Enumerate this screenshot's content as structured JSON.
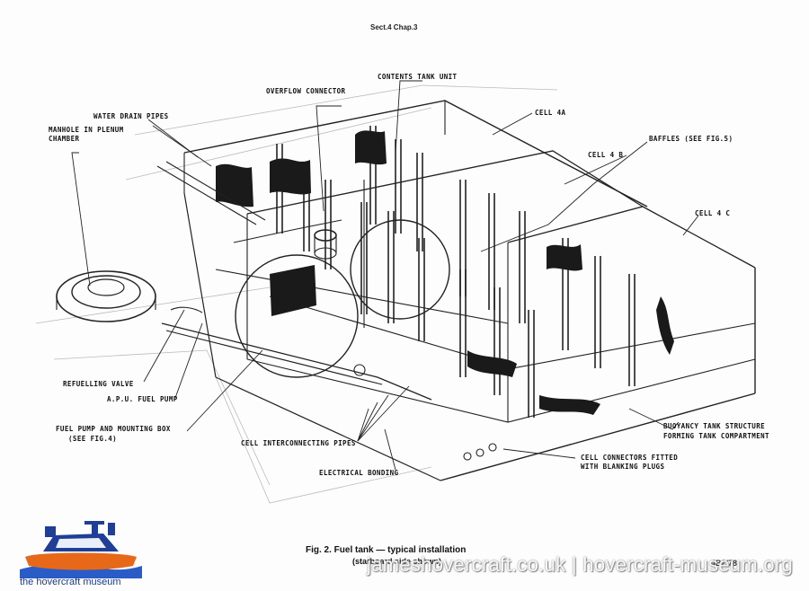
{
  "header": {
    "section": "Sect.4  Chap.3"
  },
  "labels": {
    "contents_tank_unit": "CONTENTS TANK UNIT",
    "overflow_connector": "OVERFLOW CONNECTOR",
    "water_drain_pipes": "WATER DRAIN PIPES",
    "manhole_line1": "MANHOLE IN PLENUM",
    "manhole_line2": "CHAMBER",
    "cell_4a": "CELL 4A",
    "cell_4b": "CELL 4 B",
    "cell_4c": "CELL 4 C",
    "baffles": "BAFFLES (SEE FIG.5)",
    "refuelling_valve": "REFUELLING VALVE",
    "apu_fuel_pump": "A.P.U. FUEL PUMP",
    "fuel_pump_line1": "FUEL PUMP AND MOUNTING BOX",
    "fuel_pump_line2": "(SEE FIG.4)",
    "cell_interconnecting_pipes": "CELL INTERCONNECTING PIPES",
    "electrical_bonding": "ELECTRICAL BONDING",
    "buoyancy_line1": "BUOYANCY TANK STRUCTURE",
    "buoyancy_line2": "FORMING TANK COMPARTMENT",
    "cell_connectors_line1": "CELL CONNECTORS FITTED",
    "cell_connectors_line2": "WITH BLANKING PLUGS"
  },
  "caption": {
    "title": "Fig. 2.  Fuel tank — typical installation",
    "subtitle": "(starboard side shown)"
  },
  "page_ref": "4B2/78",
  "watermark": "jameshovercraft.co.uk | hovercraft-museum.org",
  "logo": {
    "text": "the hovercraft museum",
    "icon": "hovercraft-icon",
    "colors": {
      "hull": "#e8681a",
      "body": "#1f3e96",
      "sea": "#2a5cc8"
    }
  }
}
